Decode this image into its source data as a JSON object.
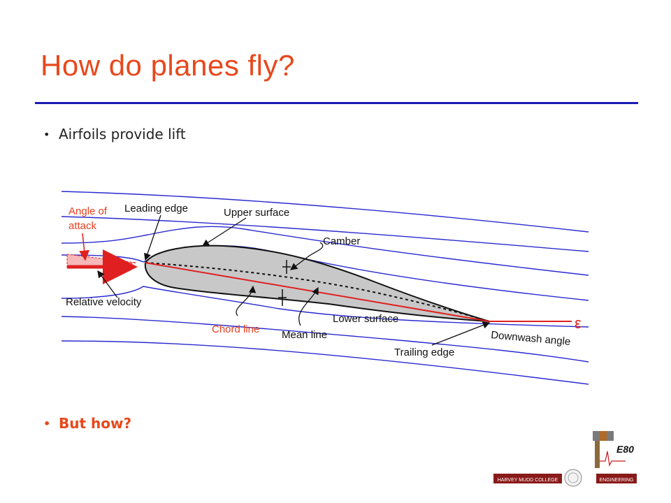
{
  "slide": {
    "title": "How do planes fly?",
    "bullets": [
      "Airfoils provide lift",
      "But how?"
    ],
    "colors": {
      "title": "#e8481c",
      "rule": "#1a1ab4",
      "emphasis": "#e8481c",
      "streamline": "#2a2ad0",
      "label_red": "#e84020"
    }
  },
  "diagram": {
    "labels": {
      "angle_of_attack_1": "Angle of",
      "angle_of_attack_2": "attack",
      "leading_edge": "Leading edge",
      "upper_surface": "Upper surface",
      "camber": "Camber",
      "relative_velocity": "Relative velocity",
      "chord_line": "Chord line",
      "mean_line": "Mean line",
      "lower_surface": "Lower surface",
      "trailing_edge": "Trailing edge",
      "downwash_angle": "Downwash angle",
      "epsilon": "ε"
    }
  },
  "logo": {
    "course": "E80",
    "college": "HARVEY MUDD COLLEGE",
    "dept": "ENGINEERING"
  }
}
